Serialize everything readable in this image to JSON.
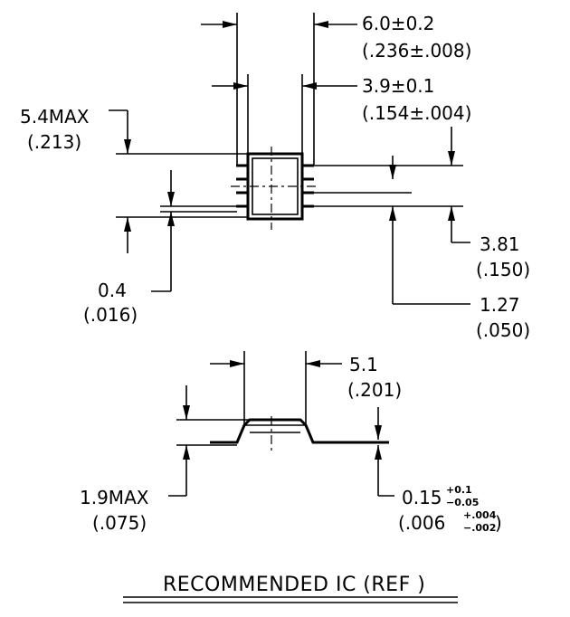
{
  "top_view": {
    "body_length": {
      "mm": "6.0±0.2",
      "inch": "(.236±.008)"
    },
    "body_width": {
      "mm": "3.9±0.1",
      "inch": "(.154±.004)"
    },
    "height_max": {
      "mm": "5.4MAX",
      "inch": "(.213)"
    },
    "lead_width": {
      "mm": "0.4",
      "inch": "(.016)"
    },
    "row_span": {
      "mm": "3.81",
      "inch": "(.150)"
    },
    "lead_pitch": {
      "mm": "1.27",
      "inch": "(.050)"
    }
  },
  "side_view": {
    "body_width": {
      "mm": "5.1",
      "inch": "(.201)"
    },
    "height_max": {
      "mm": "1.9MAX",
      "inch": "(.075)"
    },
    "lead_thickness": {
      "mm_base": "0.15",
      "mm_plus": "+0.1",
      "mm_minus": "−0.05",
      "inch_open": "(.006",
      "inch_plus": "+.004",
      "inch_minus": "−.002",
      "inch_close": ")"
    }
  },
  "caption": "RECOMMENDED IC (REF )"
}
